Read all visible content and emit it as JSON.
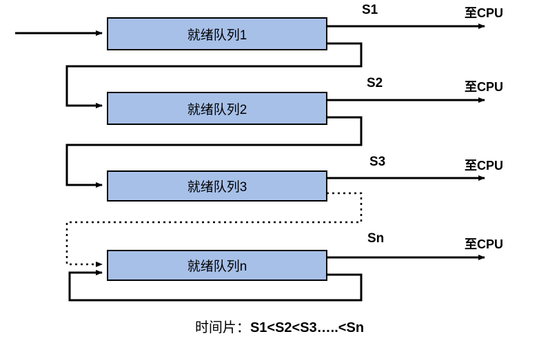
{
  "diagram": {
    "title_caption_prefix": "时间片：",
    "title_caption_formula": "S1<S2<S3…..<Sn",
    "queues": [
      {
        "label": "就绪队列1",
        "slice": "S1",
        "cpu": "至CPU"
      },
      {
        "label": "就绪队列2",
        "slice": "S2",
        "cpu": "至CPU"
      },
      {
        "label": "就绪队列3",
        "slice": "S3",
        "cpu": "至CPU"
      },
      {
        "label": "就绪队列n",
        "slice": "Sn",
        "cpu": "至CPU"
      }
    ],
    "colors": {
      "box_fill": "#a7c0e8",
      "box_stroke": "#000000",
      "line": "#000000",
      "background": "#ffffff"
    }
  }
}
